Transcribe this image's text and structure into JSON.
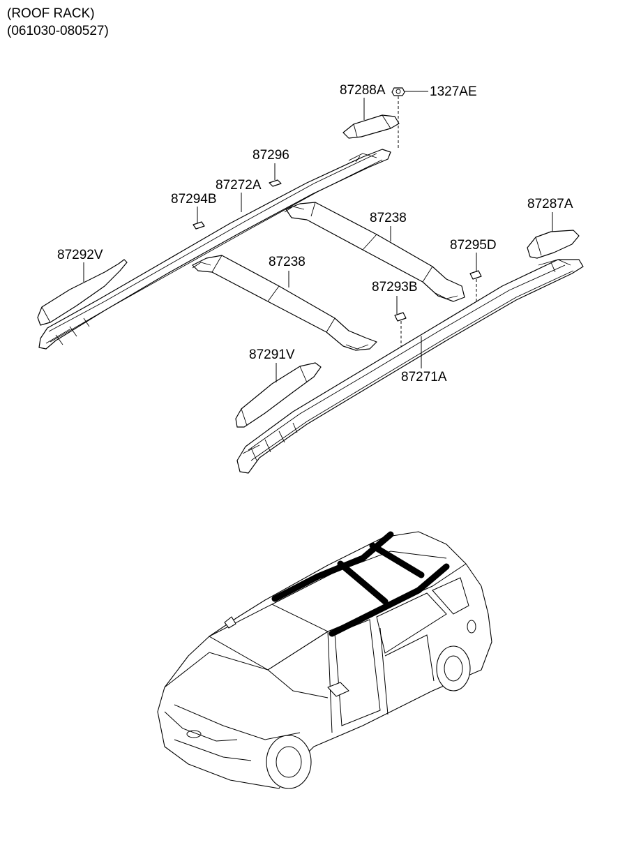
{
  "header": {
    "line1": "(ROOF RACK)",
    "line2": "(061030-080527)"
  },
  "parts": {
    "p87288A": "87288A",
    "p1327AE": "1327AE",
    "p87296": "87296",
    "p87272A": "87272A",
    "p87294B": "87294B",
    "p87238_upper": "87238",
    "p87287A": "87287A",
    "p87292V": "87292V",
    "p87238_lower": "87238",
    "p87295D": "87295D",
    "p87293B": "87293B",
    "p87291V": "87291V",
    "p87271A": "87271A"
  },
  "vehicle": {
    "icon": "car-location-icon",
    "highlighted_area": "roof-rack"
  }
}
